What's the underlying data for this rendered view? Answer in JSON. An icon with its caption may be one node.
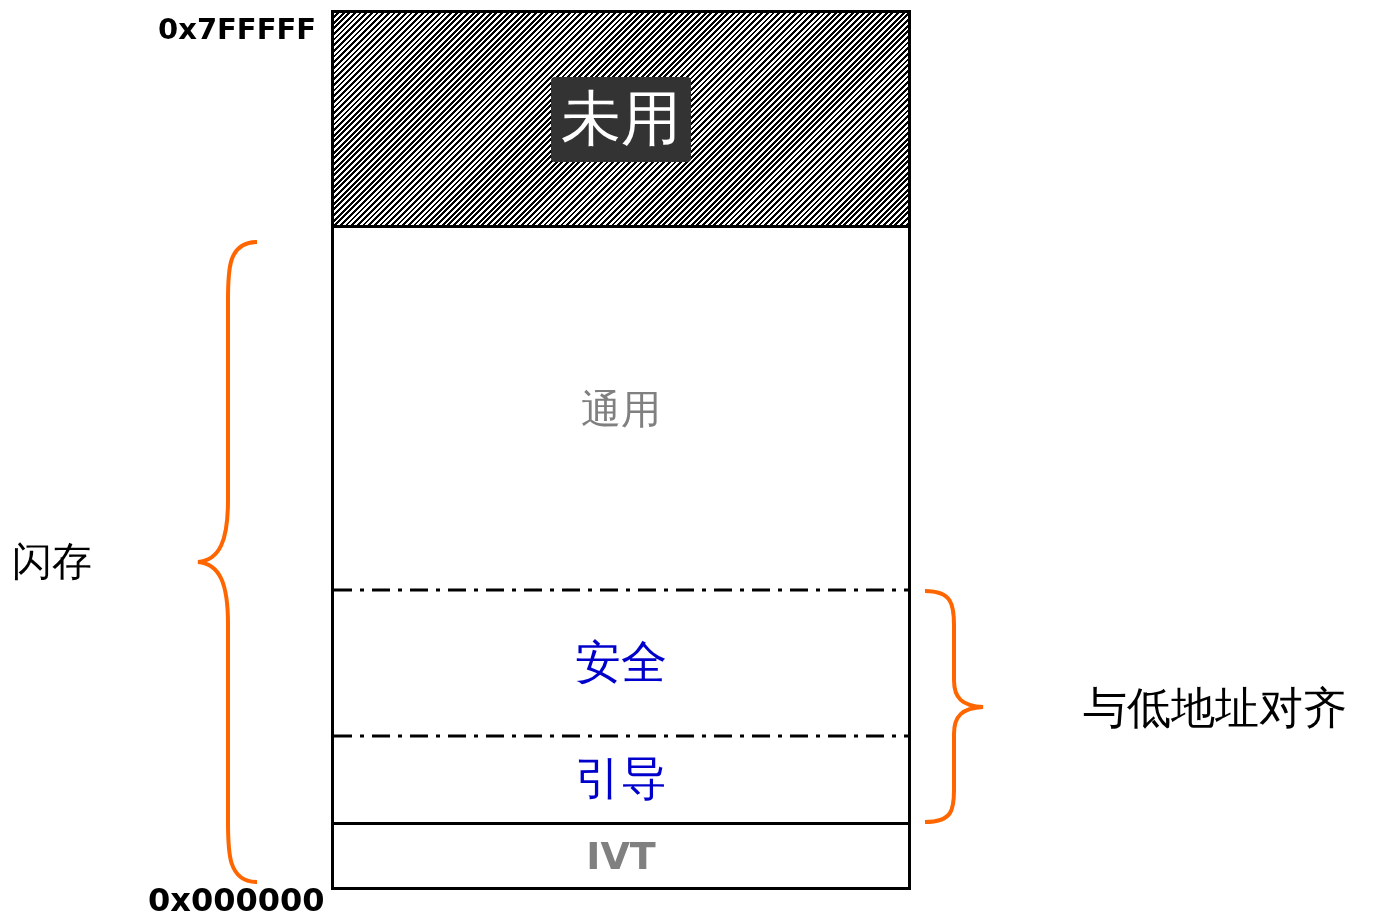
{
  "diagram": {
    "nodes": [
      {
        "text": [
          "未用"
        ]
      },
      {
        "text": [
          "通用"
        ]
      },
      {
        "text": [
          "安全"
        ]
      },
      {
        "text": [
          "引导"
        ]
      },
      {
        "text": [
          "IVT"
        ]
      }
    ],
    "labels": [
      "0x7FFFFF",
      "0x000000",
      "闪存",
      "与低地址对齐"
    ]
  }
}
